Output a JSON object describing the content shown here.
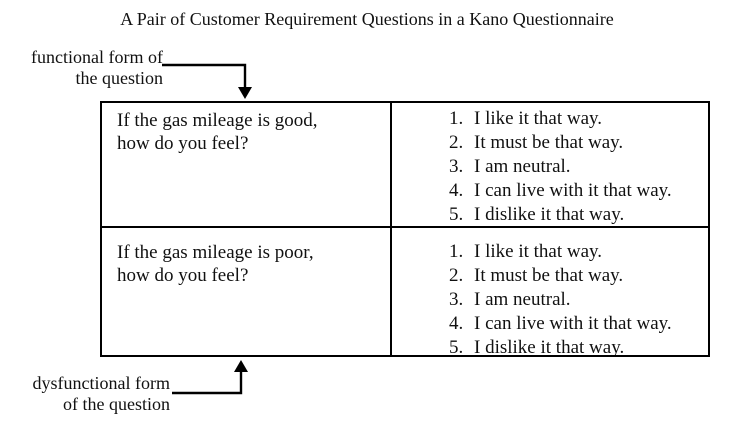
{
  "title": "A Pair of Customer Requirement Questions in a Kano Questionnaire",
  "annotations": {
    "functional": {
      "line1": "functional form of",
      "line2": "the question"
    },
    "dysfunctional": {
      "line1": "dysfunctional form",
      "line2": "of the question"
    }
  },
  "table": {
    "rows": [
      {
        "question_lines": [
          "If the gas mileage is good,",
          "how do you feel?"
        ],
        "options": [
          {
            "num": "1.",
            "text": "I like it that way."
          },
          {
            "num": "2.",
            "text": "It must be that way."
          },
          {
            "num": "3.",
            "text": "I am neutral."
          },
          {
            "num": "4.",
            "text": "I can live with it that way."
          },
          {
            "num": "5.",
            "text": "I dislike it that way."
          }
        ]
      },
      {
        "question_lines": [
          "If the gas mileage is poor,",
          "how do you feel?"
        ],
        "options": [
          {
            "num": "1.",
            "text": "I like it that way."
          },
          {
            "num": "2.",
            "text": "It must be that way."
          },
          {
            "num": "3.",
            "text": "I am neutral."
          },
          {
            "num": "4.",
            "text": "I can live with it that way."
          },
          {
            "num": "5.",
            "text": "I dislike it that way."
          }
        ]
      }
    ]
  },
  "colors": {
    "background": "#ffffff",
    "text": "#111111",
    "border": "#000000"
  }
}
